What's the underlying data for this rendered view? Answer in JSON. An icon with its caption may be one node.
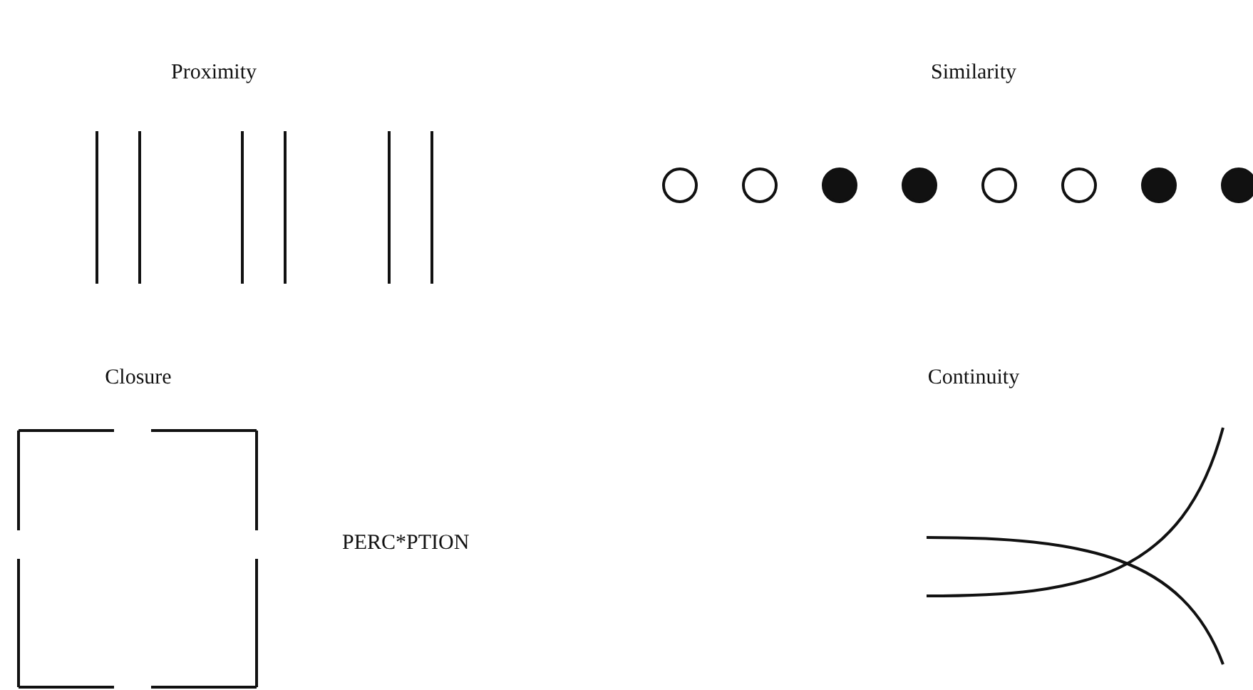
{
  "diagram": {
    "labels": [
      "Proximity",
      "Similarity",
      "Closure",
      "PERC*PTION",
      "Continuity"
    ]
  }
}
